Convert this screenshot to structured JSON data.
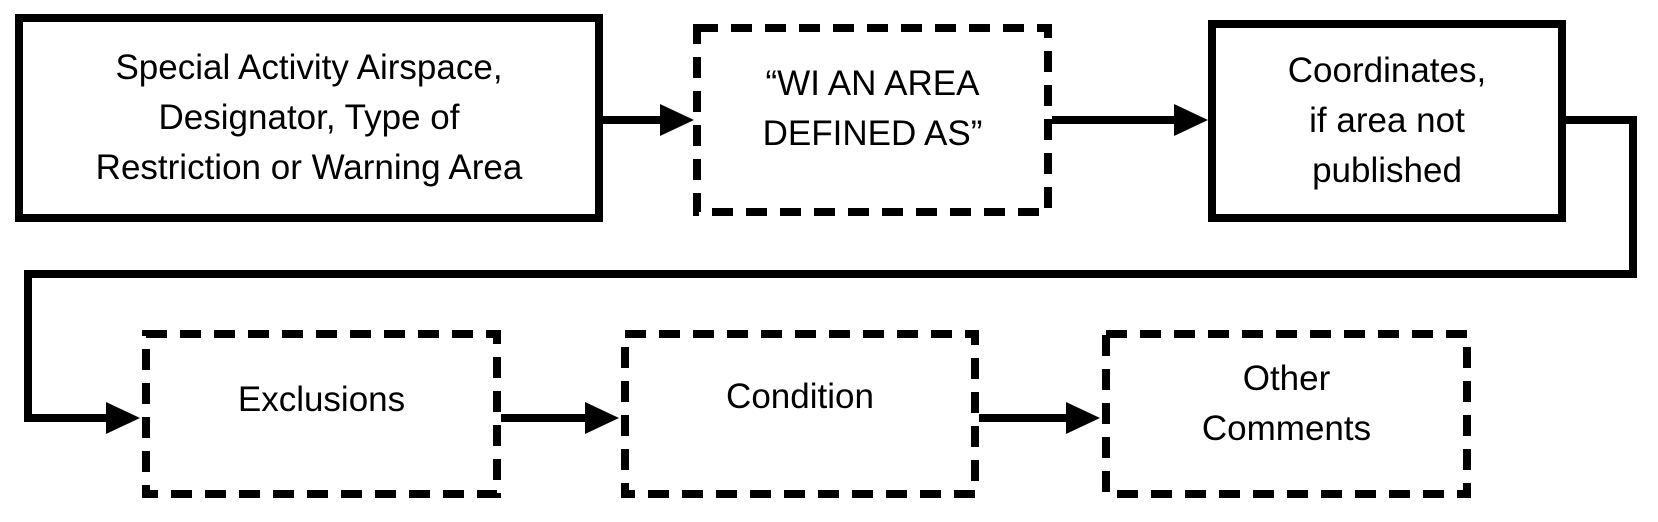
{
  "diagram": {
    "background_color": "#ffffff",
    "line_color": "#000000",
    "nodes": [
      {
        "id": "special-activity-airspace",
        "label": "Special Activity Airspace,\nDesignator, Type of\nRestriction or Warning Area",
        "border": "solid"
      },
      {
        "id": "wi-an-area-defined-as",
        "label": "“WI AN AREA\nDEFINED AS”",
        "border": "dashed"
      },
      {
        "id": "coordinates",
        "label": "Coordinates,\nif area not\npublished",
        "border": "solid"
      },
      {
        "id": "exclusions",
        "label": "Exclusions",
        "border": "dashed"
      },
      {
        "id": "condition",
        "label": "Condition",
        "border": "dashed"
      },
      {
        "id": "other-comments",
        "label": "Other\nComments",
        "border": "dashed"
      }
    ],
    "edges": [
      {
        "from": "special-activity-airspace",
        "to": "wi-an-area-defined-as"
      },
      {
        "from": "wi-an-area-defined-as",
        "to": "coordinates"
      },
      {
        "from": "coordinates",
        "to": "exclusions"
      },
      {
        "from": "exclusions",
        "to": "condition"
      },
      {
        "from": "condition",
        "to": "other-comments"
      }
    ]
  }
}
